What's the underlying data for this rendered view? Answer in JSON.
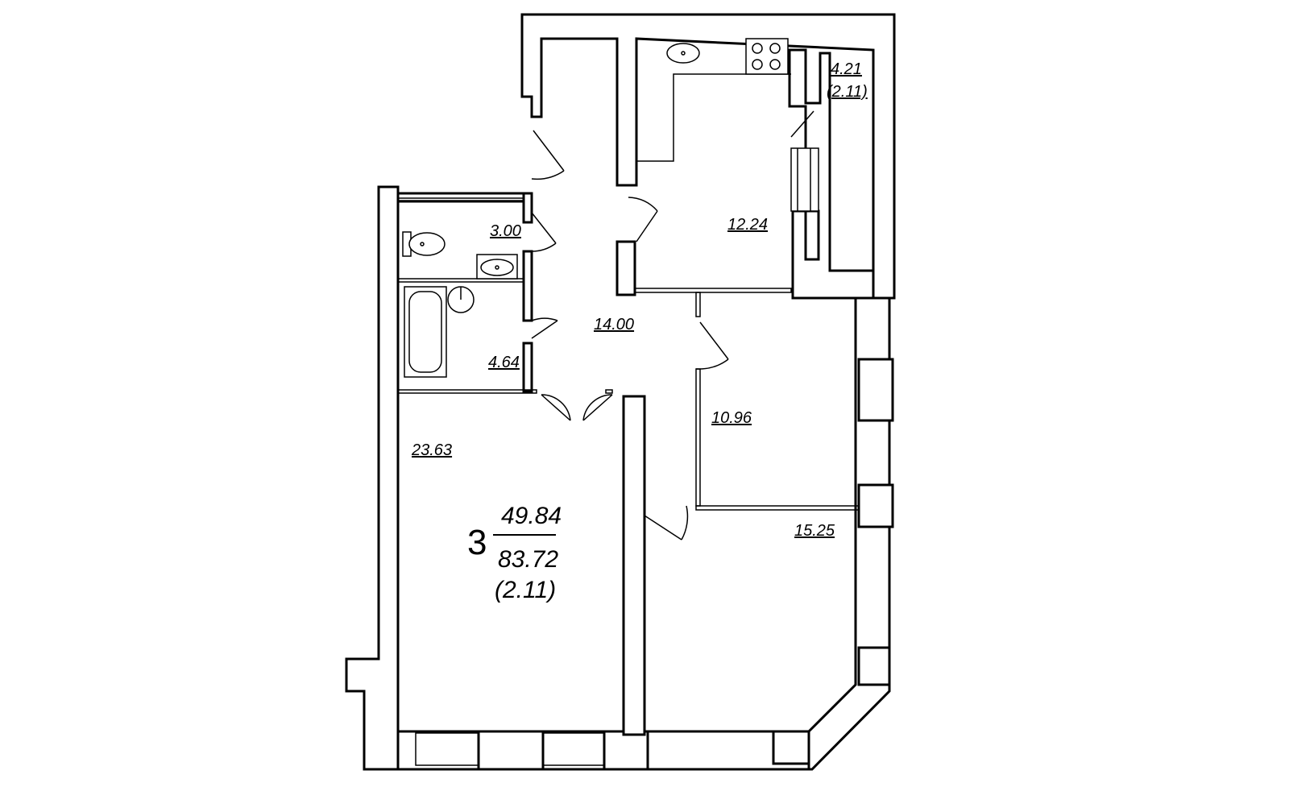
{
  "plan": {
    "rooms": {
      "kitchen": {
        "area": "12.24"
      },
      "balcony": {
        "area": "4.21",
        "reduced": "(2.11)"
      },
      "wc": {
        "area": "3.00"
      },
      "bathroom": {
        "area": "4.64"
      },
      "hall": {
        "area": "14.00"
      },
      "bedroom_small": {
        "area": "10.96"
      },
      "living_room": {
        "area": "23.63"
      },
      "bedroom_large": {
        "area": "15.25"
      }
    },
    "summary": {
      "room_count": "3",
      "living_area": "49.84",
      "total_area": "83.72",
      "balcony_reduced": "(2.11)"
    }
  }
}
